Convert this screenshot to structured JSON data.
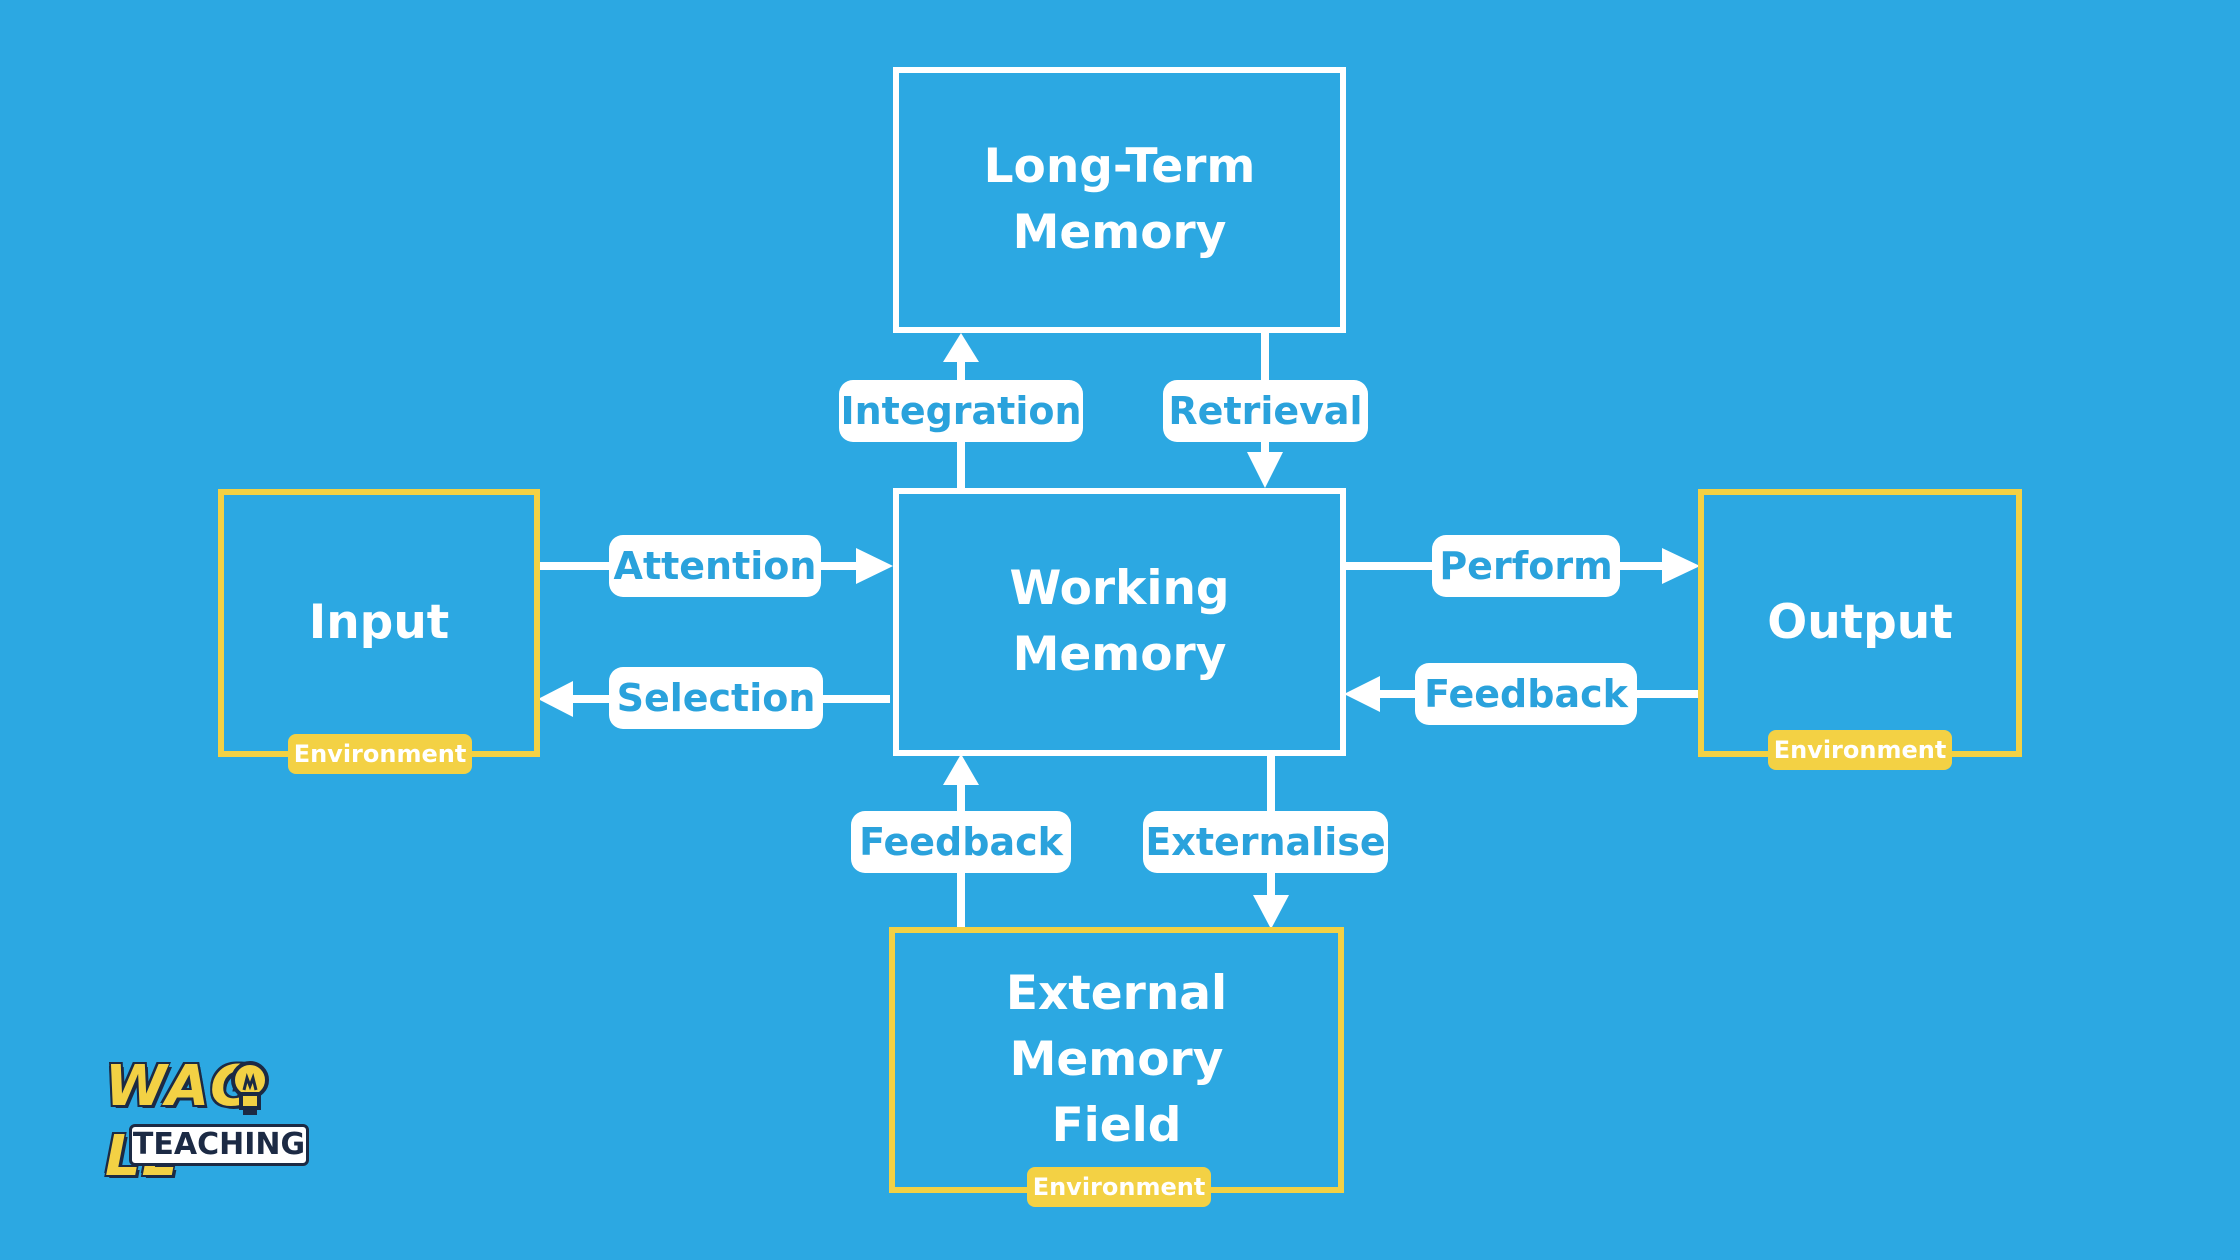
{
  "boxes": {
    "long_term_memory": "Long-Term\nMemory",
    "working_memory": "Working\nMemory",
    "input": "Input",
    "output": "Output",
    "external_memory_field": "External\nMemory\nField"
  },
  "arrows": {
    "integration": "Integration",
    "retrieval": "Retrieval",
    "attention": "Attention",
    "selection": "Selection",
    "perform": "Perform",
    "feedback_output": "Feedback",
    "feedback_external": "Feedback",
    "externalise": "Externalise"
  },
  "environment_tags": {
    "input": "Environment",
    "output": "Environment",
    "external": "Environment"
  },
  "logo": {
    "top_word": "WAG LL",
    "bottom_word": "TEACHING"
  },
  "colors": {
    "background": "#2ca8e2",
    "box_border_memory": "#ffffff",
    "box_border_environment": "#f3d144",
    "pill_text": "#2aa2dc",
    "environment_tag": "#f3d144"
  }
}
